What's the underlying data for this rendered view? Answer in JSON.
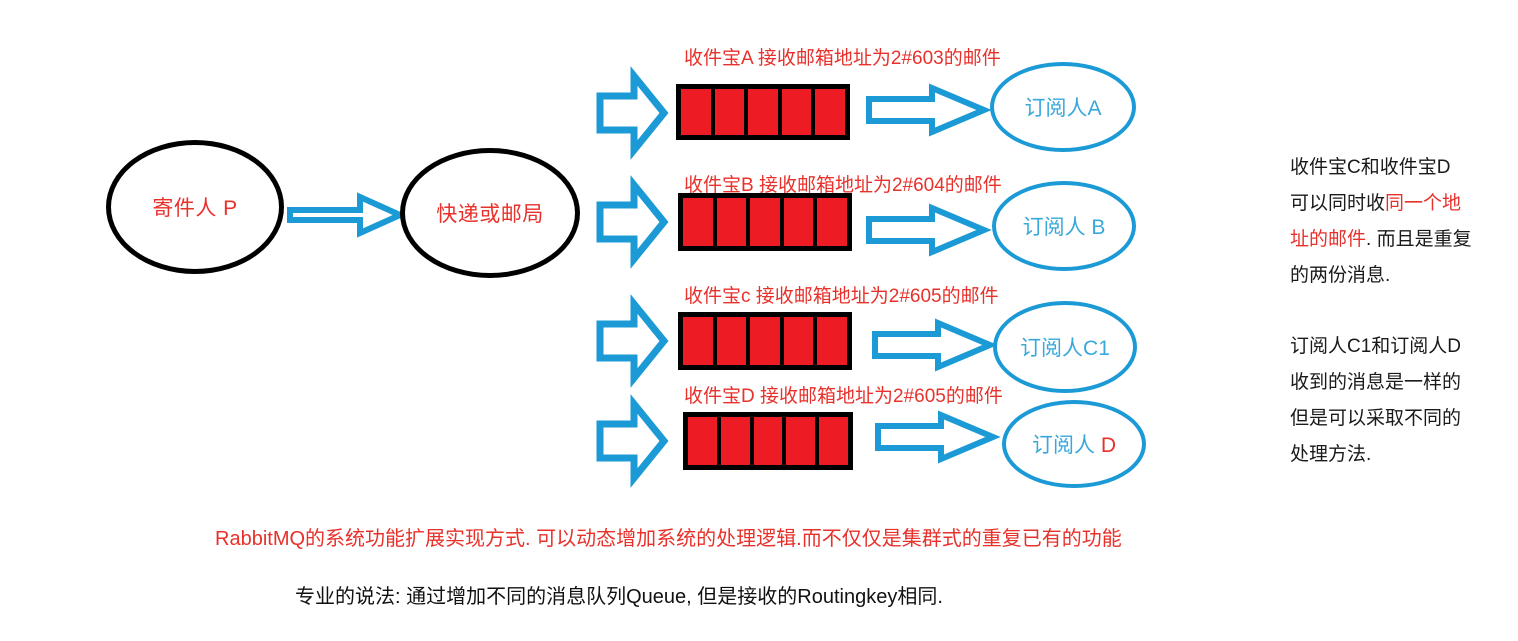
{
  "diagram": {
    "title_role": "rabbitmq-fanout-like-subscription-diagram",
    "colors": {
      "red_fill": "#ED1C24",
      "red_text": "#E8312B",
      "blue": "#1B9AD6",
      "blue_text": "#3AA8DC",
      "black": "#000000"
    },
    "nodes": {
      "producer": {
        "label": "寄件人 P"
      },
      "broker": {
        "label": "快递或邮局"
      }
    },
    "rows": [
      {
        "queue_label": "收件宝A 接收邮箱地址为2#603的邮件",
        "subscriber": "订阅人A",
        "subscriber_red_suffix": "",
        "cells": 5
      },
      {
        "queue_label": "收件宝B  接收邮箱地址为2#604的邮件",
        "subscriber": "订阅人 B",
        "subscriber_red_suffix": "",
        "cells": 5
      },
      {
        "queue_label": "收件宝c  接收邮箱地址为2#605的邮件",
        "subscriber": "订阅人C1",
        "subscriber_red_suffix": "",
        "cells": 5
      },
      {
        "queue_label": "收件宝D 接收邮箱地址为2#605的邮件",
        "subscriber": "订阅人 ",
        "subscriber_red_suffix": "D",
        "cells": 5
      }
    ],
    "notes": [
      {
        "lines": [
          [
            {
              "t": "收件宝C和收件宝D",
              "c": "black"
            }
          ],
          [
            {
              "t": "可以同时收",
              "c": "black"
            },
            {
              "t": "同一个地",
              "c": "red"
            }
          ],
          [
            {
              "t": "址的邮件",
              "c": "red"
            },
            {
              "t": ". 而且是重复",
              "c": "black"
            }
          ],
          [
            {
              "t": "的两份消息.",
              "c": "black"
            }
          ]
        ]
      },
      {
        "lines": [
          [
            {
              "t": "订阅人C1和订阅人D",
              "c": "black"
            }
          ],
          [
            {
              "t": "收到的消息是一样的",
              "c": "black"
            }
          ],
          [
            {
              "t": "但是可以采取不同的",
              "c": "black"
            }
          ],
          [
            {
              "t": "处理方法.",
              "c": "black"
            }
          ]
        ]
      }
    ],
    "captions": {
      "line1": "RabbitMQ的系统功能扩展实现方式. 可以动态增加系统的处理逻辑.而不仅仅是集群式的重复已有的功能",
      "line2": "专业的说法:  通过增加不同的消息队列Queue, 但是接收的Routingkey相同."
    },
    "icons": {
      "block_arrow": "block-arrow-right-icon",
      "thin_arrow": "thin-arrow-right-icon"
    }
  }
}
